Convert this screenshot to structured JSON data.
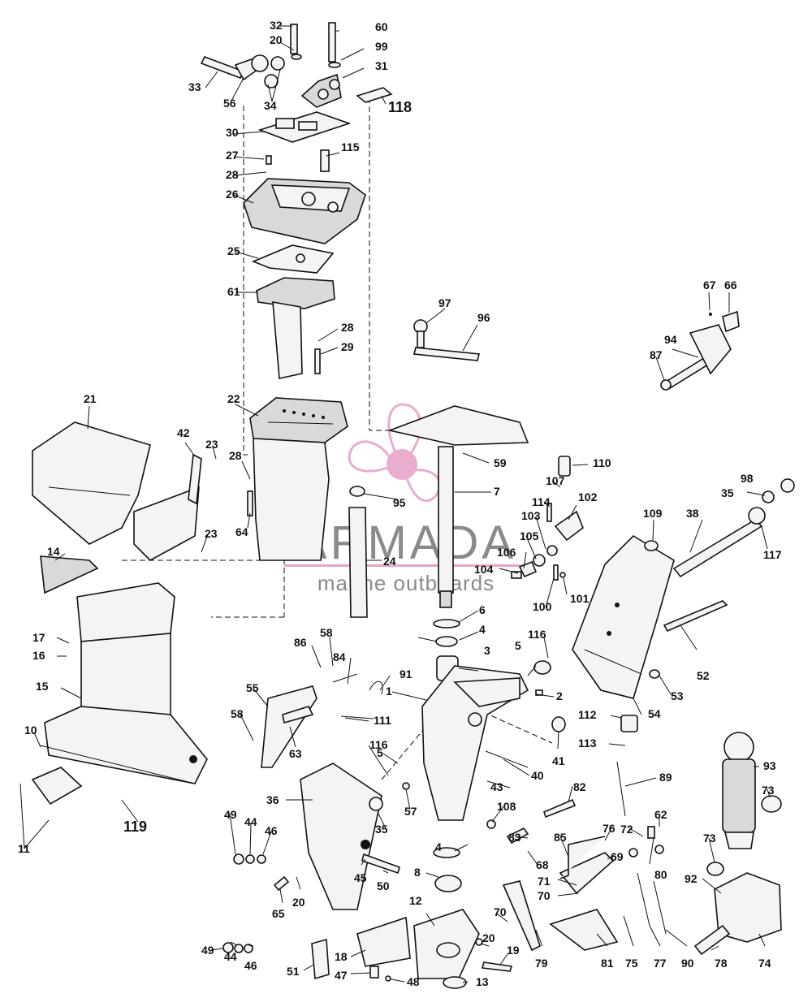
{
  "watermark": {
    "brand": "ARMADA",
    "tagline": "marine outboards",
    "colors": {
      "pink": "#e7a5c8",
      "gray": "#8a8a8a"
    }
  },
  "callouts": [
    {
      "n": "32"
    },
    {
      "n": "60"
    },
    {
      "n": "20"
    },
    {
      "n": "99"
    },
    {
      "n": "31"
    },
    {
      "n": "33"
    },
    {
      "n": "56"
    },
    {
      "n": "34"
    },
    {
      "n": "118"
    },
    {
      "n": "30"
    },
    {
      "n": "27"
    },
    {
      "n": "115"
    },
    {
      "n": "28"
    },
    {
      "n": "26"
    },
    {
      "n": "25"
    },
    {
      "n": "61"
    },
    {
      "n": "28"
    },
    {
      "n": "29"
    },
    {
      "n": "97"
    },
    {
      "n": "96"
    },
    {
      "n": "67"
    },
    {
      "n": "66"
    },
    {
      "n": "94"
    },
    {
      "n": "87"
    },
    {
      "n": "21"
    },
    {
      "n": "22"
    },
    {
      "n": "42"
    },
    {
      "n": "23"
    },
    {
      "n": "28"
    },
    {
      "n": "59"
    },
    {
      "n": "110"
    },
    {
      "n": "7"
    },
    {
      "n": "107"
    },
    {
      "n": "98"
    },
    {
      "n": "35"
    },
    {
      "n": "95"
    },
    {
      "n": "114"
    },
    {
      "n": "102"
    },
    {
      "n": "109"
    },
    {
      "n": "38"
    },
    {
      "n": "103"
    },
    {
      "n": "117"
    },
    {
      "n": "64"
    },
    {
      "n": "23"
    },
    {
      "n": "105"
    },
    {
      "n": "106"
    },
    {
      "n": "14"
    },
    {
      "n": "24"
    },
    {
      "n": "104"
    },
    {
      "n": "100"
    },
    {
      "n": "101"
    },
    {
      "n": "6"
    },
    {
      "n": "4"
    },
    {
      "n": "17"
    },
    {
      "n": "58"
    },
    {
      "n": "86"
    },
    {
      "n": "116"
    },
    {
      "n": "16"
    },
    {
      "n": "5"
    },
    {
      "n": "3"
    },
    {
      "n": "84"
    },
    {
      "n": "91"
    },
    {
      "n": "52"
    },
    {
      "n": "15"
    },
    {
      "n": "55"
    },
    {
      "n": "1"
    },
    {
      "n": "2"
    },
    {
      "n": "53"
    },
    {
      "n": "54"
    },
    {
      "n": "58"
    },
    {
      "n": "111"
    },
    {
      "n": "112"
    },
    {
      "n": "10"
    },
    {
      "n": "63"
    },
    {
      "n": "41"
    },
    {
      "n": "113"
    },
    {
      "n": "116"
    },
    {
      "n": "5"
    },
    {
      "n": "93"
    },
    {
      "n": "89"
    },
    {
      "n": "40"
    },
    {
      "n": "36"
    },
    {
      "n": "43"
    },
    {
      "n": "82"
    },
    {
      "n": "73"
    },
    {
      "n": "119"
    },
    {
      "n": "57"
    },
    {
      "n": "108"
    },
    {
      "n": "35"
    },
    {
      "n": "62"
    },
    {
      "n": "49"
    },
    {
      "n": "44"
    },
    {
      "n": "46"
    },
    {
      "n": "72"
    },
    {
      "n": "11"
    },
    {
      "n": "83"
    },
    {
      "n": "76"
    },
    {
      "n": "73"
    },
    {
      "n": "85"
    },
    {
      "n": "69"
    },
    {
      "n": "4"
    },
    {
      "n": "68"
    },
    {
      "n": "80"
    },
    {
      "n": "45"
    },
    {
      "n": "50"
    },
    {
      "n": "8"
    },
    {
      "n": "92"
    },
    {
      "n": "71"
    },
    {
      "n": "70"
    },
    {
      "n": "65"
    },
    {
      "n": "20"
    },
    {
      "n": "12"
    },
    {
      "n": "70"
    },
    {
      "n": "49"
    },
    {
      "n": "44"
    },
    {
      "n": "46"
    },
    {
      "n": "18"
    },
    {
      "n": "20"
    },
    {
      "n": "19"
    },
    {
      "n": "79"
    },
    {
      "n": "81"
    },
    {
      "n": "75"
    },
    {
      "n": "77"
    },
    {
      "n": "90"
    },
    {
      "n": "78"
    },
    {
      "n": "74"
    },
    {
      "n": "51"
    },
    {
      "n": "47"
    },
    {
      "n": "48"
    },
    {
      "n": "13"
    }
  ]
}
